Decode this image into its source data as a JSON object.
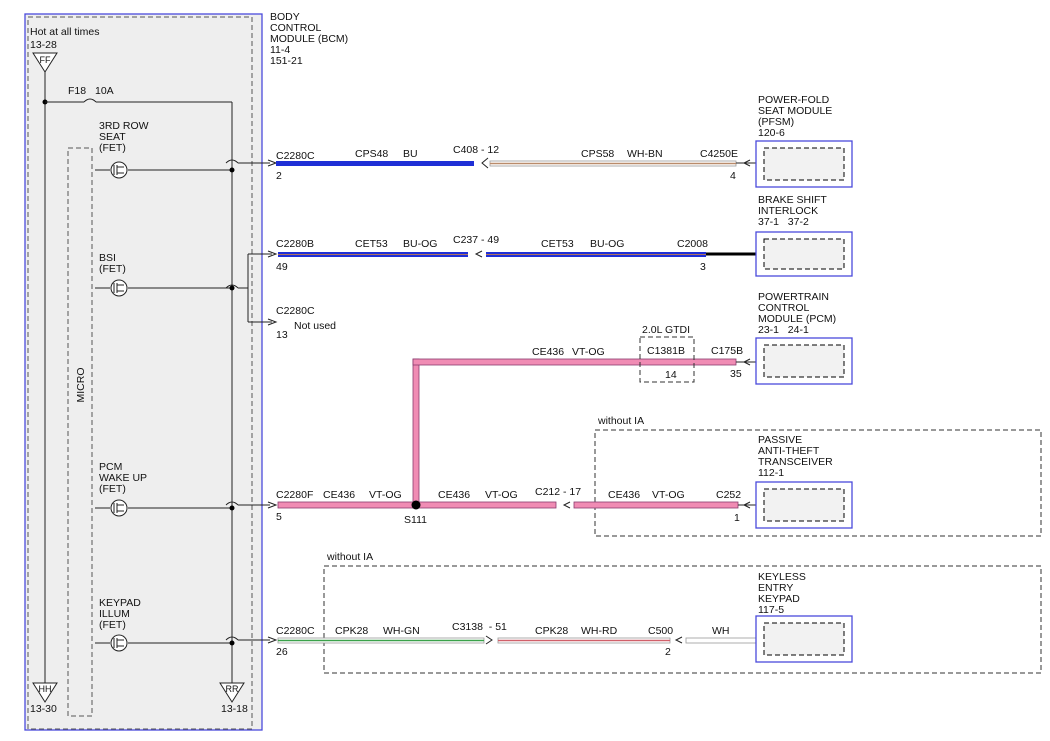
{
  "bcm": {
    "name_lines": [
      "BODY",
      "CONTROL",
      "MODULE (BCM)",
      "11-4",
      "151-21"
    ],
    "hot_label": "Hot at all times",
    "hot_ref": "13-28",
    "hot_tag": "FF",
    "fuse": "F18",
    "fuse_rating": "10A",
    "micro_label": "MICRO",
    "ground_left_tag": "HH",
    "ground_left_ref": "13-30",
    "ground_right_tag": "RR",
    "ground_right_ref": "13-18",
    "fets": [
      {
        "lines": [
          "3RD ROW",
          "SEAT",
          "(FET)"
        ]
      },
      {
        "lines": [
          "BSI",
          "(FET)"
        ]
      },
      {
        "lines": [
          "PCM",
          "WAKE UP",
          "(FET)"
        ]
      },
      {
        "lines": [
          "KEYPAD",
          "ILLUM",
          "(FET)"
        ]
      }
    ]
  },
  "circuits": [
    {
      "bcm_connector": "C2280C",
      "bcm_pin": "2",
      "seg1_circuit": "CPS48",
      "seg1_color": "BU",
      "inline_connector": "C408 - 12",
      "seg2_circuit": "CPS58",
      "seg2_color": "WH-BN",
      "module_connector": "C4250E",
      "module_pin": "4",
      "module_lines": [
        "POWER-FOLD",
        "SEAT MODULE",
        "(PFSM)",
        "120-6"
      ]
    },
    {
      "bcm_connector": "C2280B",
      "bcm_pin": "49",
      "seg1_circuit": "CET53",
      "seg1_color": "BU-OG",
      "inline_connector": "C237 - 49",
      "seg2_circuit": "CET53",
      "seg2_color": "BU-OG",
      "module_connector": "C2008",
      "module_pin": "3",
      "module_lines": [
        "BRAKE SHIFT",
        "INTERLOCK",
        "37-1   37-2"
      ]
    },
    {
      "bcm_connector": "C2280C",
      "bcm_pin": "13",
      "note": "Not used"
    },
    {
      "seg_circuit": "CE436",
      "seg_color": "VT-OG",
      "option_label": "2.0L GTDI",
      "inline_connector": "C1381B",
      "inline_pin": "14",
      "module_connector": "C175B",
      "module_pin": "35",
      "module_lines": [
        "POWERTRAIN",
        "CONTROL",
        "MODULE (PCM)",
        "23-1   24-1"
      ]
    },
    {
      "bcm_connector": "C2280F",
      "bcm_pin": "5",
      "seg1_circuit": "CE436",
      "seg1_color": "VT-OG",
      "splice": "S111",
      "seg2_circuit": "CE436",
      "seg2_color": "VT-OG",
      "inline_connector": "C212 - 17",
      "seg3_circuit": "CE436",
      "seg3_color": "VT-OG",
      "module_connector": "C252",
      "module_pin": "1",
      "option_label": "without IA",
      "module_lines": [
        "PASSIVE",
        "ANTI-THEFT",
        "TRANSCEIVER",
        "112-1"
      ]
    },
    {
      "bcm_connector": "C2280C",
      "bcm_pin": "26",
      "seg1_circuit": "CPK28",
      "seg1_color": "WH-GN",
      "inline_connector": "C3138  - 51",
      "seg2_circuit": "CPK28",
      "seg2_color": "WH-RD",
      "module_connector": "C500",
      "module_pin": "2",
      "seg3_color": "WH",
      "option_label": "without IA",
      "module_lines": [
        "KEYLESS",
        "ENTRY",
        "KEYPAD",
        "117-5"
      ]
    }
  ],
  "colors": {
    "blue": "#1f2fd6",
    "violet_orange_core": "#f08cb4",
    "violet_orange_edge": "#8a3b6e",
    "white_brown_stripe": "#b98b6a",
    "white_green_stripe": "#3aa14a",
    "white_red_stripe": "#d0606a",
    "white_wire_edge": "#999999"
  }
}
